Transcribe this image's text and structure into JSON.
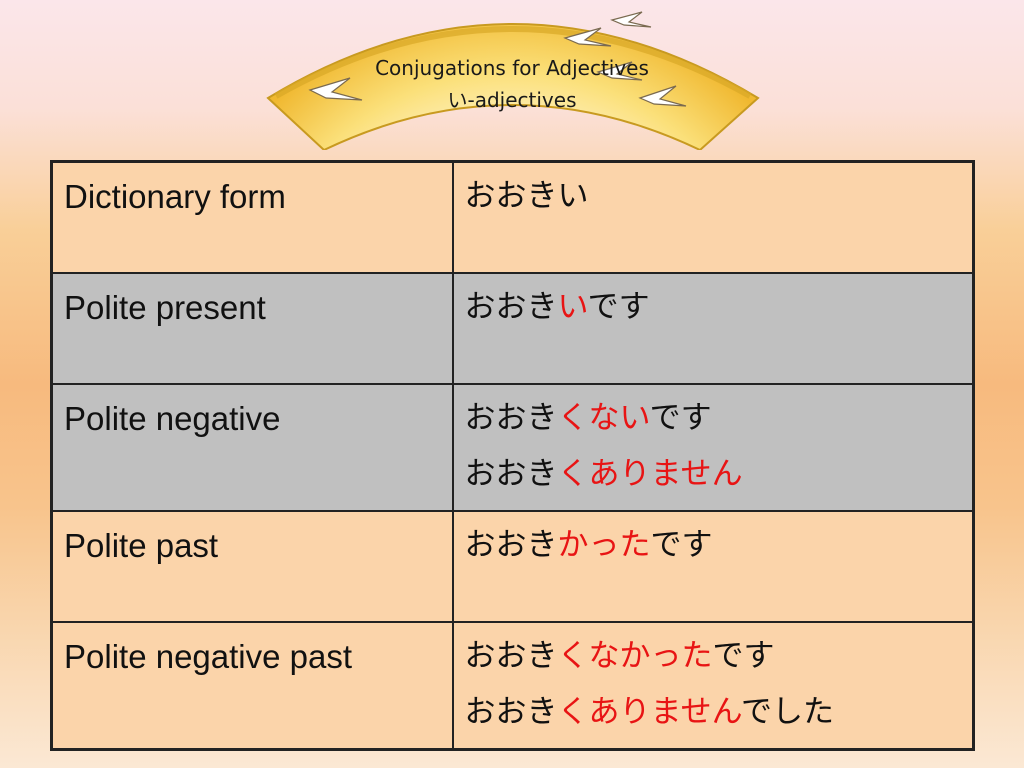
{
  "header": {
    "title_line1": "Conjugations for Adjectives",
    "title_line2": "い-adjectives"
  },
  "colors": {
    "highlight": "#e81414",
    "row_peach": "#fbd4aa",
    "row_gray": "#c0c0c0"
  },
  "icons": [
    "fan-icon",
    "crane-icon"
  ],
  "rows": [
    {
      "label": "Dictionary form",
      "lines": [
        [
          {
            "t": "おおきい",
            "red": false
          }
        ]
      ]
    },
    {
      "label": "Polite present",
      "lines": [
        [
          {
            "t": "おおき",
            "red": false
          },
          {
            "t": "い",
            "red": true
          },
          {
            "t": "です",
            "red": false
          }
        ]
      ]
    },
    {
      "label": "Polite negative",
      "lines": [
        [
          {
            "t": "おおき",
            "red": false
          },
          {
            "t": "くない",
            "red": true
          },
          {
            "t": "です",
            "red": false
          }
        ],
        [
          {
            "t": "おおき",
            "red": false
          },
          {
            "t": "くありません",
            "red": true
          }
        ]
      ]
    },
    {
      "label": "Polite past",
      "lines": [
        [
          {
            "t": "おおき",
            "red": false
          },
          {
            "t": "かった",
            "red": true
          },
          {
            "t": "です",
            "red": false
          }
        ]
      ]
    },
    {
      "label": "Polite negative past",
      "lines": [
        [
          {
            "t": "おおき",
            "red": false
          },
          {
            "t": "くなかった",
            "red": true
          },
          {
            "t": "です",
            "red": false
          }
        ],
        [
          {
            "t": "おおき",
            "red": false
          },
          {
            "t": "くありません",
            "red": true
          },
          {
            "t": "でした",
            "red": false
          }
        ]
      ]
    }
  ]
}
